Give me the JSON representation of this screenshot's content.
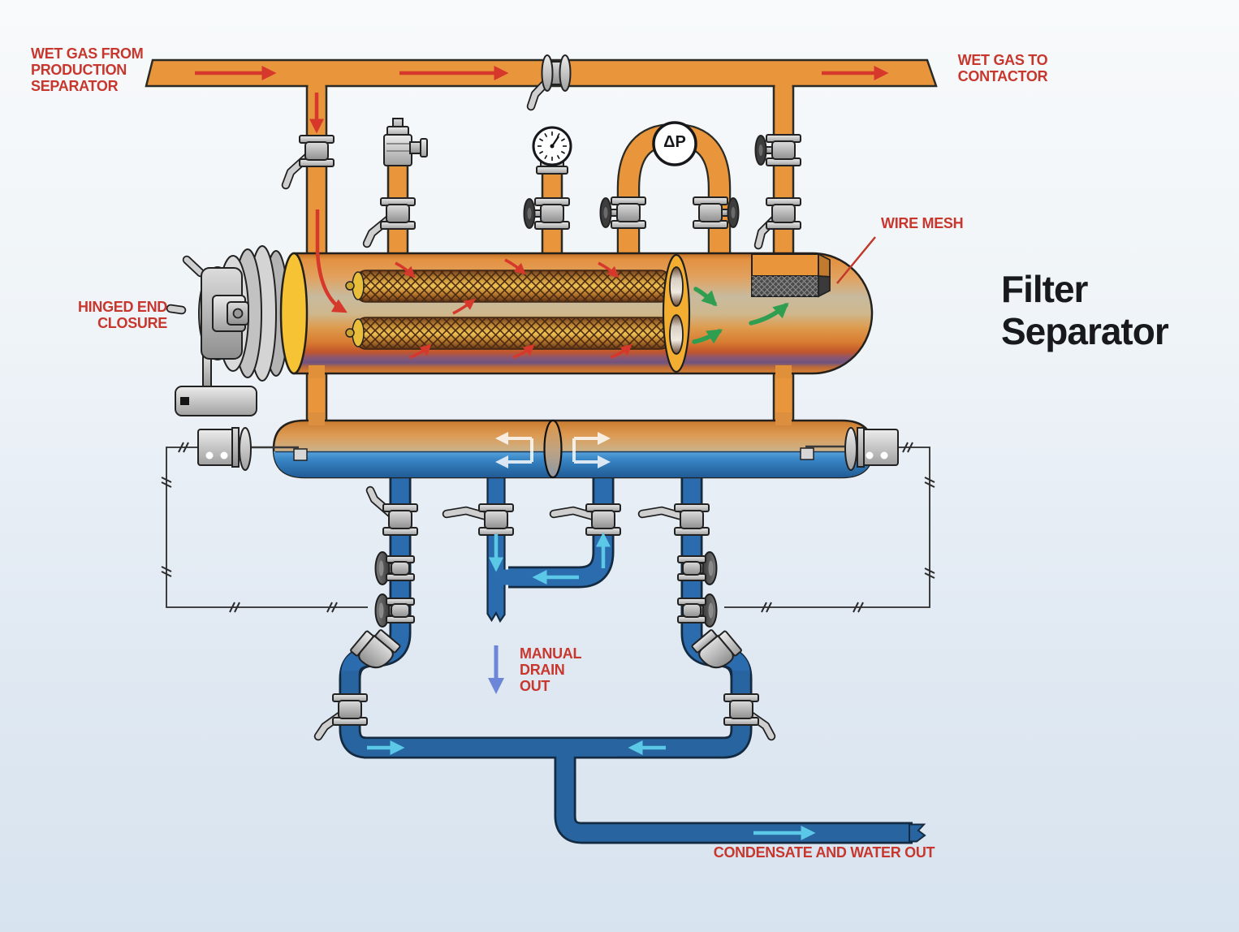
{
  "diagram": {
    "title": [
      "Filter",
      "Separator"
    ],
    "labels": {
      "wet_gas_in": [
        "WET GAS FROM",
        "PRODUCTION",
        "SEPARATOR"
      ],
      "wet_gas_out": [
        "WET GAS TO",
        "CONTACTOR"
      ],
      "wire_mesh": "WIRE MESH",
      "hinged_end_closure": [
        "HINGED END",
        "CLOSURE"
      ],
      "manual_drain_out": [
        "MANUAL",
        "DRAIN",
        "OUT"
      ],
      "condensate_out": "CONDENSATE AND WATER OUT",
      "dp_gauge": "ΔP"
    },
    "colors": {
      "gas_pipe_orange": "#E8953C",
      "liquid_pipe_blue": "#2B6CAE",
      "label_red": "#C8372D",
      "flow_arrow_red": "#D6382C",
      "flow_arrow_green": "#2F9E50",
      "flow_arrow_cyan": "#5BC8E8",
      "flow_arrow_indigo": "#6E86D8",
      "title_color": "#17191C",
      "liquid_fill": "#1D568F",
      "yellow_tube_sheet": "#F3AE31"
    }
  }
}
